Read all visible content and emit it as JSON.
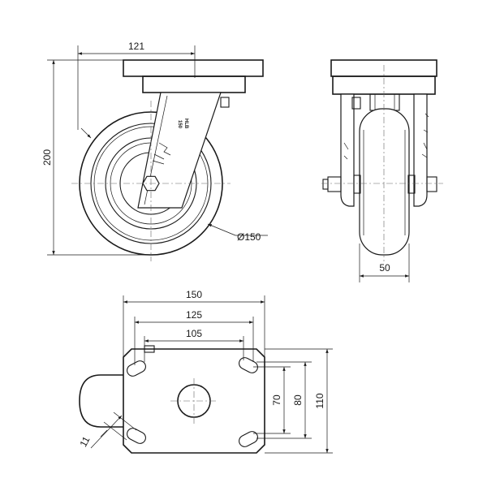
{
  "side_view": {
    "top_width": "121",
    "height": "200",
    "wheel_diameter": "Ø150",
    "fork_marks": [
      "HLB",
      "150"
    ]
  },
  "front_view": {
    "wheel_width": "50"
  },
  "top_view": {
    "plate_width": "150",
    "hole_span_outer": "125",
    "hole_span_inner": "105",
    "hole_span_v_inner": "70",
    "hole_span_v_outer": "80",
    "plate_depth": "110",
    "slot_width": "11"
  }
}
